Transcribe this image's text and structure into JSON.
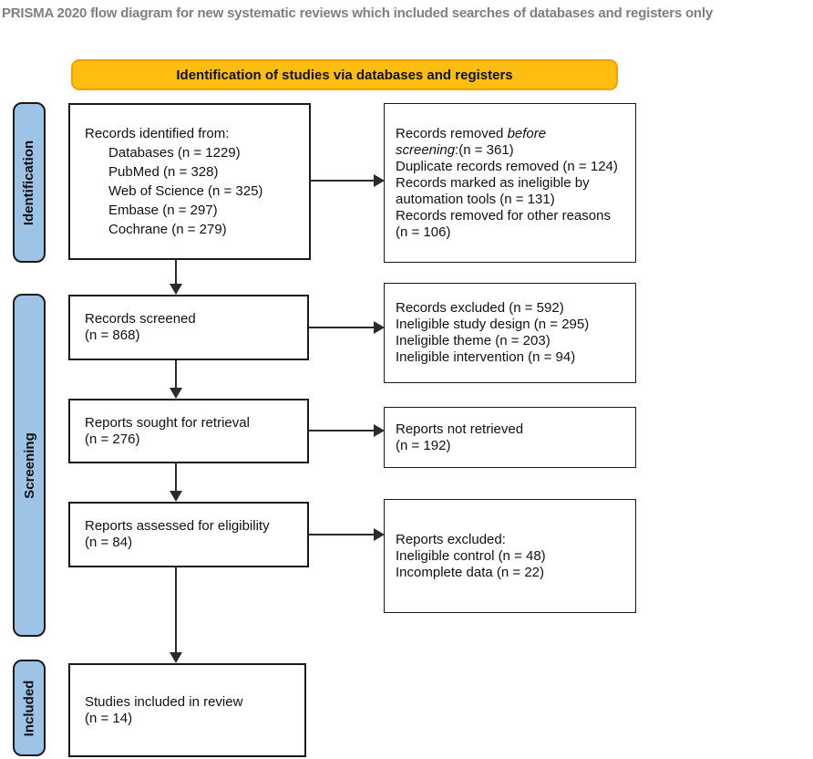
{
  "title": "PRISMA 2020 flow diagram for new systematic reviews which included searches of databases and registers only",
  "banner": {
    "label": "Identification of studies via databases and registers"
  },
  "stages": {
    "identification": "Identification",
    "screening": "Screening",
    "included": "Included"
  },
  "flow": {
    "records_identified": {
      "heading": "Records identified from:",
      "items": [
        "Databases (n = 1229)",
        "PubMed (n = 328)",
        "Web of Science (n = 325)",
        "Embase (n = 297)",
        "Cochrane (n = 279)"
      ]
    },
    "records_removed": {
      "line1_normal": "Records removed ",
      "line1_italic": "before",
      "line2_italic": "screening",
      "line2_normal": ":(n = 361)",
      "items": [
        "Duplicate records removed (n = 124)",
        "Records marked as ineligible by automation tools (n = 131)",
        "Records removed for other reasons (n = 106)"
      ]
    },
    "records_screened": {
      "lines": [
        "Records screened",
        "(n = 868)"
      ]
    },
    "records_excluded": {
      "lines": [
        "Records excluded (n = 592)",
        "Ineligible study design (n = 295)",
        "Ineligible theme (n = 203)",
        "Ineligible intervention (n = 94)"
      ]
    },
    "reports_sought": {
      "lines": [
        "Reports sought for retrieval",
        "(n = 276)"
      ]
    },
    "reports_not_retrieved": {
      "lines": [
        "Reports not retrieved",
        "(n = 192)"
      ]
    },
    "reports_assessed": {
      "lines": [
        "Reports assessed for eligibility",
        "(n = 84)"
      ]
    },
    "reports_excluded": {
      "lines": [
        "Reports excluded:",
        "Ineligible control (n = 48)",
        "Incomplete data (n = 22)"
      ]
    },
    "studies_included": {
      "lines": [
        "Studies included in review",
        "(n = 14)"
      ]
    }
  },
  "colors": {
    "banner_fill": "#FEBE10",
    "banner_border": "#F49E00",
    "stage_fill": "#9DC3E6",
    "title_gray": "#7F7F7F"
  }
}
